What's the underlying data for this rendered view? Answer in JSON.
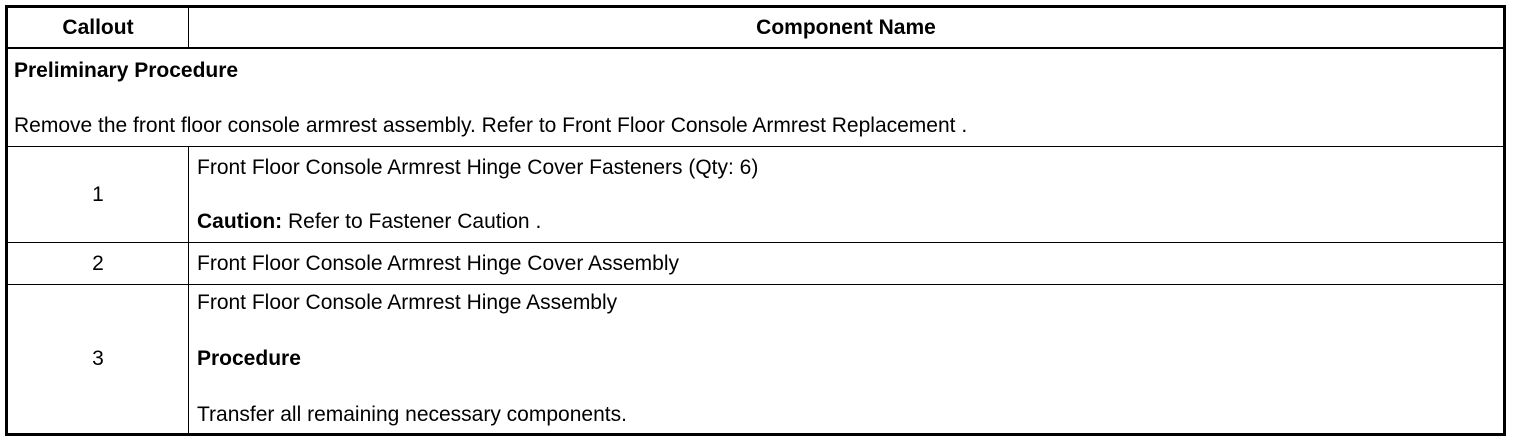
{
  "table": {
    "headers": {
      "callout": "Callout",
      "component_name": "Component Name"
    },
    "preliminary": {
      "title": "Preliminary Procedure",
      "text": "Remove the front floor console armrest assembly. Refer to Front Floor Console Armrest Replacement ."
    },
    "rows": [
      {
        "callout": "1",
        "name": "Front Floor Console Armrest Hinge Cover Fasteners (Qty: 6)",
        "caution_label": "Caution:",
        "caution_text": " Refer to Fastener Caution ."
      },
      {
        "callout": "2",
        "name": "Front Floor Console Armrest Hinge Cover Assembly"
      },
      {
        "callout": "3",
        "name": "Front Floor Console Armrest Hinge Assembly",
        "procedure_label": "Procedure",
        "procedure_text": "Transfer all remaining necessary components."
      }
    ]
  }
}
